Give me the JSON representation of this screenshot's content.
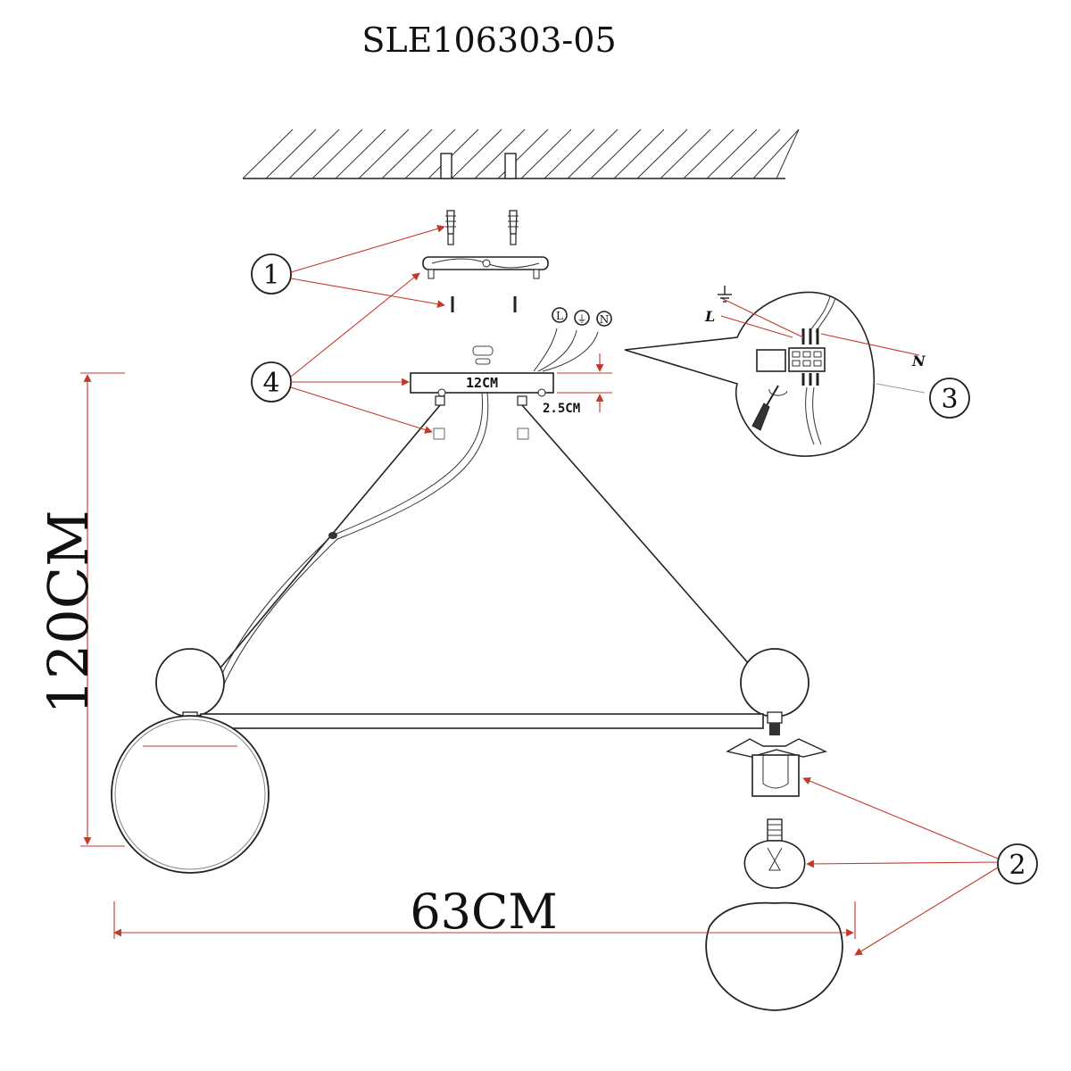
{
  "title": "SLE106303-05",
  "dimensions": {
    "height": "120CM",
    "width": "63CM",
    "canopy_width": "12CM",
    "canopy_depth": "2.5CM"
  },
  "callouts": [
    "1",
    "2",
    "3",
    "4"
  ],
  "wiring": {
    "live": "L",
    "neutral": "N",
    "ground_icon": "ground-icon",
    "terminal_labels": [
      "L",
      "⏚",
      "N"
    ]
  },
  "colors": {
    "line": "#222222",
    "leader": "#c0392b"
  }
}
